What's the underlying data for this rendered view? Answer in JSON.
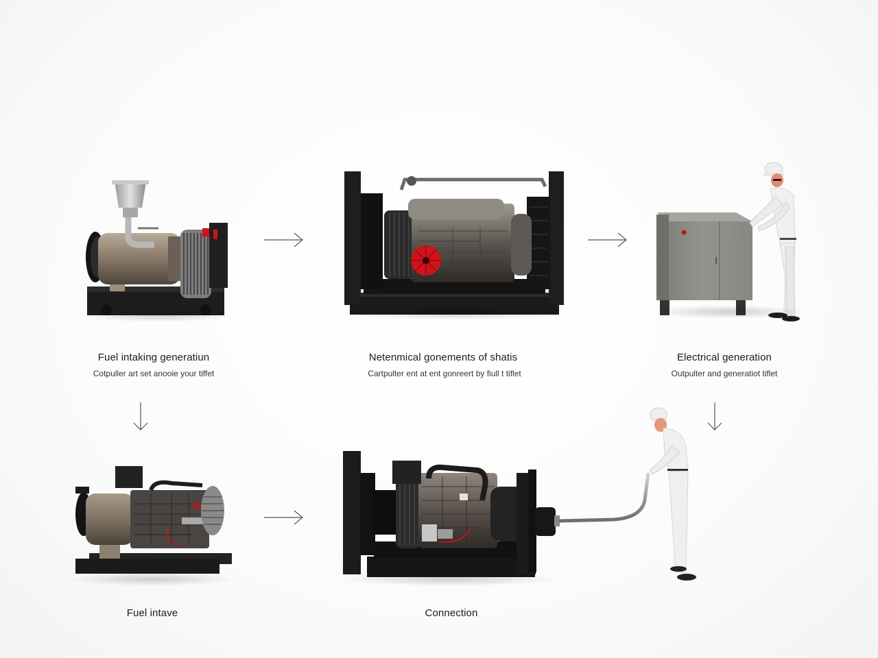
{
  "diagram": {
    "steps": [
      {
        "id": "step-1",
        "title": "Fuel intaking generatiun",
        "subtitle": "Cotpuller art set anooie your tiffet",
        "illustration": "generator-with-fuel-funnel"
      },
      {
        "id": "step-2",
        "title": "Netenmical gonements of shatis",
        "subtitle": "Cartpulter ent at ent gonreert by fiull t tiflet",
        "illustration": "framed-engine-with-red-fan"
      },
      {
        "id": "step-3",
        "title": "Electrical generation",
        "subtitle": "Outpulter and generatiot tiflet",
        "illustration": "gray-cabinet-with-technician"
      },
      {
        "id": "step-4",
        "title": "Fuel intave",
        "subtitle": "",
        "illustration": "compact-generator-engine"
      },
      {
        "id": "step-5",
        "title": "Connection",
        "subtitle": "",
        "illustration": "framed-generator-with-pipe-and-technician"
      }
    ],
    "arrows": [
      {
        "from": "step-1",
        "to": "step-2",
        "direction": "right"
      },
      {
        "from": "step-2",
        "to": "step-3",
        "direction": "right"
      },
      {
        "from": "step-1",
        "to": "step-4",
        "direction": "down"
      },
      {
        "from": "step-3",
        "to": "step-5",
        "direction": "down"
      },
      {
        "from": "step-4",
        "to": "step-5",
        "direction": "right"
      }
    ],
    "colors": {
      "background": "#fafafa",
      "frame_black": "#1b1b1b",
      "metal_bronze": "#8c7d6d",
      "accent_red": "#d0121b",
      "cabinet_gray": "#8d8f88",
      "arrow_gray": "#555555",
      "text": "#1c1c1c"
    }
  }
}
